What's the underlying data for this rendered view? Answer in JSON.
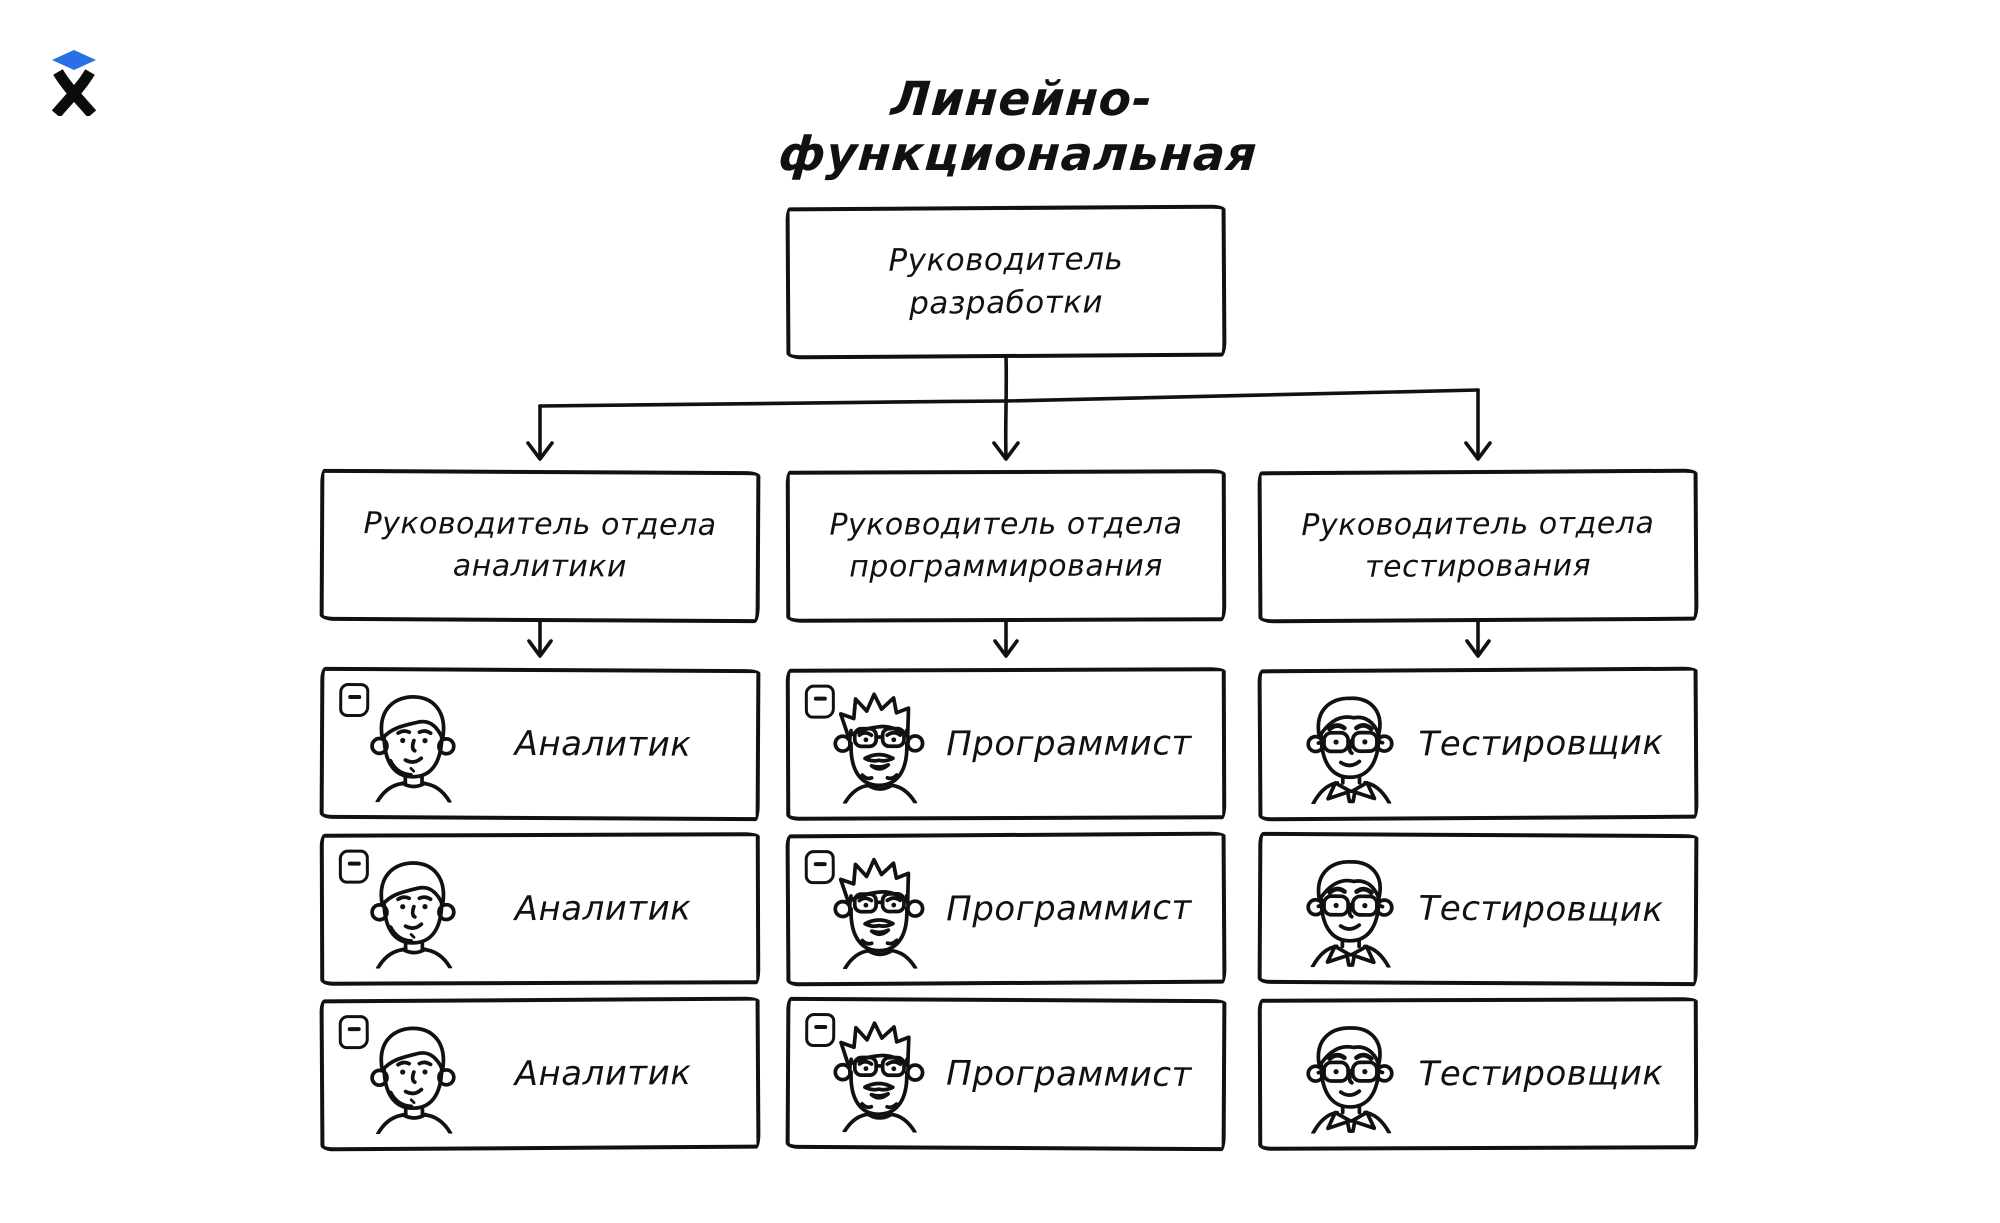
{
  "page": {
    "background": "#ffffff",
    "ink": "#111111"
  },
  "header": {
    "logo_icon": "practicum-x-logo",
    "logo_accent": "#2b6fe8",
    "title": "Линейно-функциональная"
  },
  "org_chart": {
    "root": {
      "label": "Руководитель разработки",
      "lines": [
        "Руководитель",
        "разработки"
      ]
    },
    "departments": [
      {
        "head": {
          "label": "Руководитель отдела аналитики",
          "lines": [
            "Руководитель отдела",
            "аналитики"
          ]
        },
        "members": [
          {
            "label": "Аналитик",
            "avatar_icon": "analyst-avatar-icon",
            "has_collapse_control": true
          },
          {
            "label": "Аналитик",
            "avatar_icon": "analyst-avatar-icon",
            "has_collapse_control": true
          },
          {
            "label": "Аналитик",
            "avatar_icon": "analyst-avatar-icon",
            "has_collapse_control": true
          }
        ]
      },
      {
        "head": {
          "label": "Руководитель отдела программирования",
          "lines": [
            "Руководитель отдела",
            "программирования"
          ]
        },
        "members": [
          {
            "label": "Программист",
            "avatar_icon": "programmer-avatar-icon",
            "has_collapse_control": true
          },
          {
            "label": "Программист",
            "avatar_icon": "programmer-avatar-icon",
            "has_collapse_control": true
          },
          {
            "label": "Программист",
            "avatar_icon": "programmer-avatar-icon",
            "has_collapse_control": true
          }
        ]
      },
      {
        "head": {
          "label": "Руководитель отдела тестирования",
          "lines": [
            "Руководитель отдела",
            "тестирования"
          ]
        },
        "members": [
          {
            "label": "Тестировщик",
            "avatar_icon": "tester-avatar-icon",
            "has_collapse_control": false
          },
          {
            "label": "Тестировщик",
            "avatar_icon": "tester-avatar-icon",
            "has_collapse_control": false
          },
          {
            "label": "Тестировщик",
            "avatar_icon": "tester-avatar-icon",
            "has_collapse_control": false
          }
        ]
      }
    ]
  }
}
